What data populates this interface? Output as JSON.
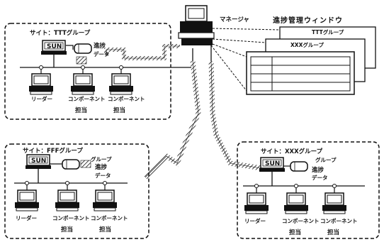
{
  "manager": {
    "label": "マネージャ"
  },
  "progress_window": {
    "title": "進捗管理ウィンドウ",
    "tab1": "TTTグループ",
    "tab2": "XXXグループ"
  },
  "sites": [
    {
      "site_label": "サイト：TTTグループ",
      "group_label": "",
      "sun": "SUN",
      "progress": "進捗",
      "data": "データ",
      "people": [
        "リーダー",
        "コンポーネント",
        "コンポーネント"
      ],
      "tantou": [
        "担当",
        "担当"
      ]
    },
    {
      "site_label": "サイト：FFFグループ",
      "group_label": "グループ",
      "sun": "SUN",
      "progress": "進捗",
      "data": "データ",
      "people": [
        "リーダー",
        "コンポーネント",
        "コンポーネント"
      ],
      "tantou": [
        "担当",
        "担当"
      ]
    },
    {
      "site_label": "サイト：XXXグループ",
      "group_label": "グループ",
      "sun": "SUN",
      "progress": "進捗",
      "data": "データ",
      "people": [
        "リーダー",
        "コンポーネント",
        "コンポーネント"
      ],
      "tantou": [
        "担当",
        "担当"
      ]
    }
  ]
}
